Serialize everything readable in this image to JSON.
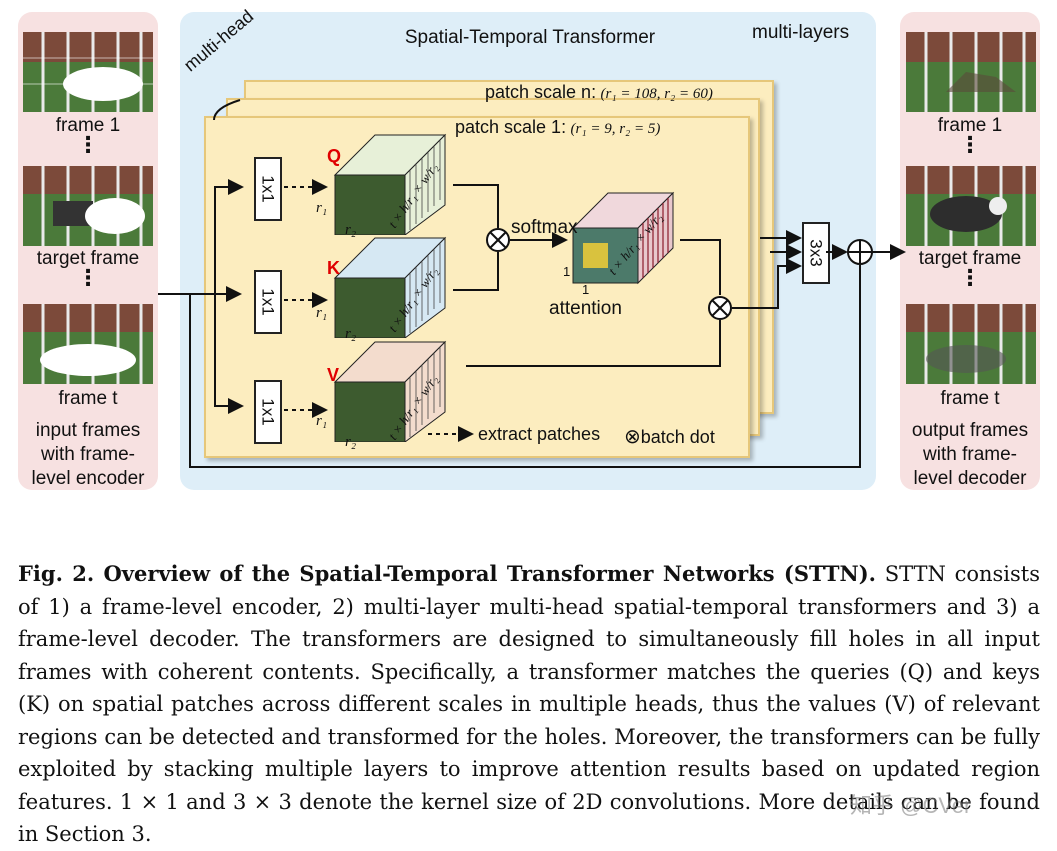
{
  "figure": {
    "left_panel": {
      "frames": [
        "frame 1",
        "target frame",
        "frame t"
      ],
      "footer": [
        "input frames",
        "with frame-",
        "level encoder"
      ]
    },
    "right_panel": {
      "frames": [
        "frame 1",
        "target frame",
        "frame t"
      ],
      "footer": [
        "output frames",
        "with frame-",
        "level decoder"
      ]
    },
    "middle": {
      "title": "Spatial-Temporal Transformer",
      "multi_layers": "multi-layers",
      "multi_head": "multi-head",
      "patch_n": "patch scale n:",
      "patch_n_params": "(r₁ = 108, r₂ = 60)",
      "patch_1": "patch scale 1:",
      "patch_1_params": "(r₁ = 9, r₂ = 5)",
      "conv1": "1x1",
      "conv3": "3x3",
      "q": "Q",
      "k": "K",
      "v": "V",
      "r1": "r₁",
      "r2": "r₂",
      "dims": "t × h/r₁ × w/r₂",
      "attn_dims": "t × h/r₁ × w/r₂",
      "softmax": "softmax",
      "attention": "attention",
      "one": "1",
      "legend_extract": "extract patches",
      "legend_batch": "batch dot"
    }
  },
  "caption": {
    "title": "Fig. 2. Overview of the Spatial-Temporal Transformer Networks (STTN).",
    "body": "STTN consists of 1) a frame-level encoder, 2) multi-layer multi-head spatial-temporal transformers and 3) a frame-level decoder. The transformers are designed to simultaneously fill holes in all input frames with coherent contents. Specifically, a transformer matches the queries (Q) and keys (K) on spatial patches across different scales in multiple heads, thus the values (V) of relevant regions can be detected and transformed for the holes. Moreover, the transformers can be fully exploited by stacking multiple layers to improve attention results based on updated region features. 1 × 1 and 3 × 3 denote the kernel size of 2D convolutions. More details can be found in Section 3.",
    "watermark": "知乎 @CVer"
  }
}
